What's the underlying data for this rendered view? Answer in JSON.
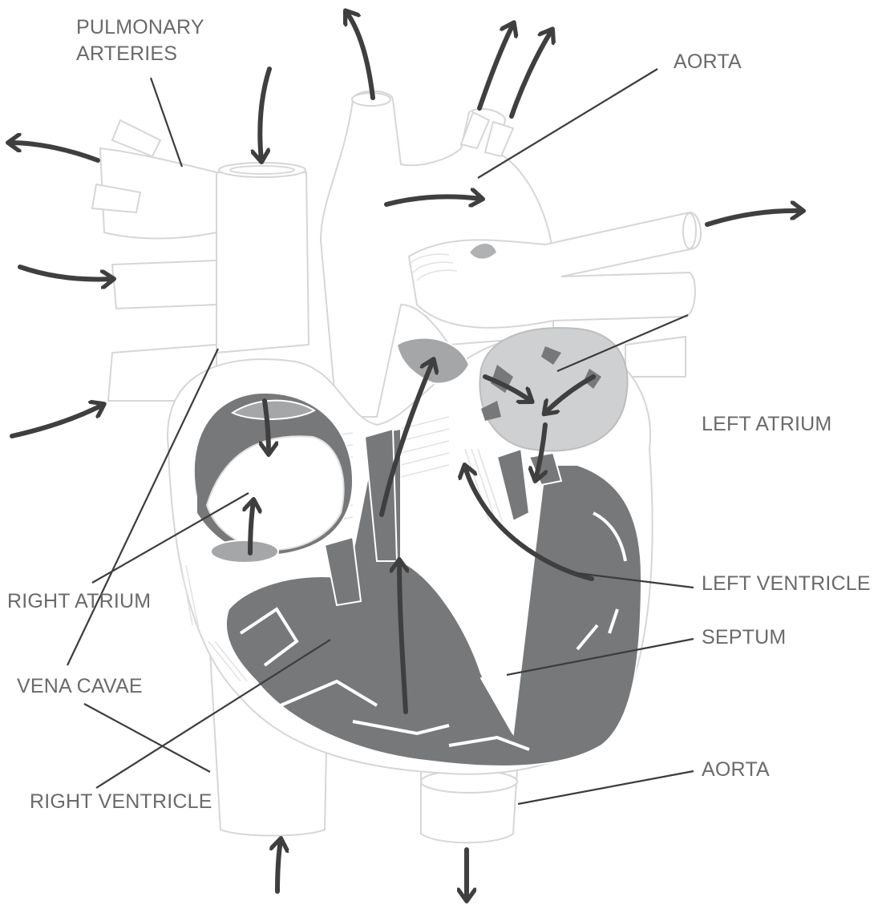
{
  "labels": {
    "pulmonary_arteries_line1": "PULMONARY",
    "pulmonary_arteries_line2": "ARTERIES",
    "aorta_top": "AORTA",
    "left_atrium": "LEFT ATRIUM",
    "left_ventricle": "LEFT VENTRICLE",
    "septum": "SEPTUM",
    "right_atrium": "RIGHT ATRIUM",
    "vena_cavae": "VENA CAVAE",
    "right_ventricle": "RIGHT VENTRICLE",
    "aorta_bottom": "AORTA"
  },
  "colors": {
    "muscle": "#77787a",
    "valve": "#a5a6a8",
    "atrium_fill": "#cfd0d1",
    "arrow": "#3f3f3f",
    "label_text": "#6a6a6a"
  }
}
